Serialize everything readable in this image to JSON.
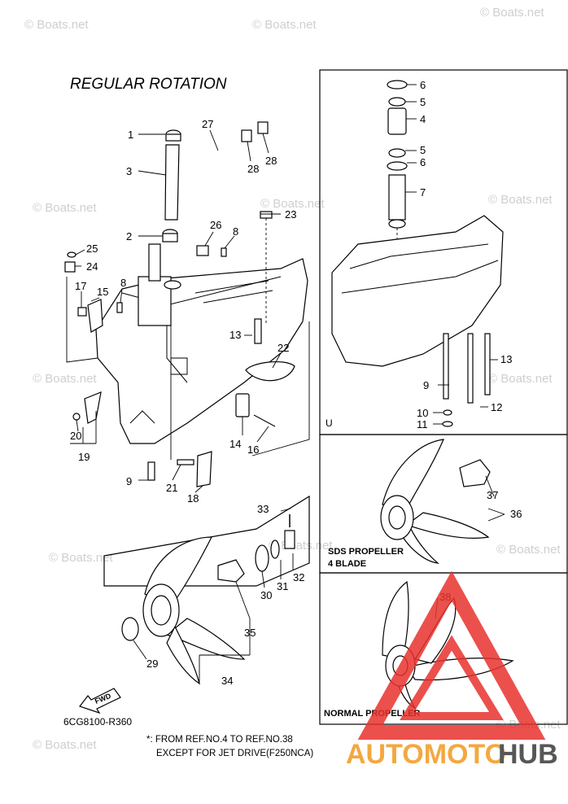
{
  "diagram": {
    "title": "REGULAR ROTATION",
    "catalog_code": "6CG8100-R360",
    "footnote_line1": "*: FROM REF.NO.4 TO REF.NO.38",
    "footnote_line2": "EXCEPT FOR JET DRIVE(F250NCA)",
    "box_u_label": "U",
    "sds_label_line1": "SDS PROPELLER",
    "sds_label_line2": "4 BLADE",
    "normal_label": "NORMAL PROPELLER",
    "fwd_label": "FWD",
    "watermark": "© Boats.net",
    "logo_text_1": "AUTOMOTO",
    "logo_text_2": "HUB",
    "colors": {
      "logo_red": "#e8322d",
      "logo_orange": "#f29a1f",
      "logo_dark": "#3a3a3a",
      "watermark": "#cfcfcf"
    }
  },
  "part_numbers": {
    "p1": "1",
    "p2": "2",
    "p3": "3",
    "p4": "4",
    "p5a": "5",
    "p5b": "5",
    "p6a": "6",
    "p6b": "6",
    "p7": "7",
    "p8a": "8",
    "p8b": "8",
    "p9a": "9",
    "p9b": "9",
    "p10": "10",
    "p11": "11",
    "p12": "12",
    "p13a": "13",
    "p13b": "13",
    "p14": "14",
    "p15": "15",
    "p16": "16",
    "p17": "17",
    "p18": "18",
    "p19": "19",
    "p20": "20",
    "p21": "21",
    "p22": "22",
    "p23": "23",
    "p24": "24",
    "p25": "25",
    "p26": "26",
    "p27": "27",
    "p28a": "28",
    "p28b": "28",
    "p29": "29",
    "p30": "30",
    "p31": "31",
    "p32": "32",
    "p33": "33",
    "p34": "34",
    "p35": "35",
    "p36": "36",
    "p37": "37",
    "p38": "38"
  }
}
